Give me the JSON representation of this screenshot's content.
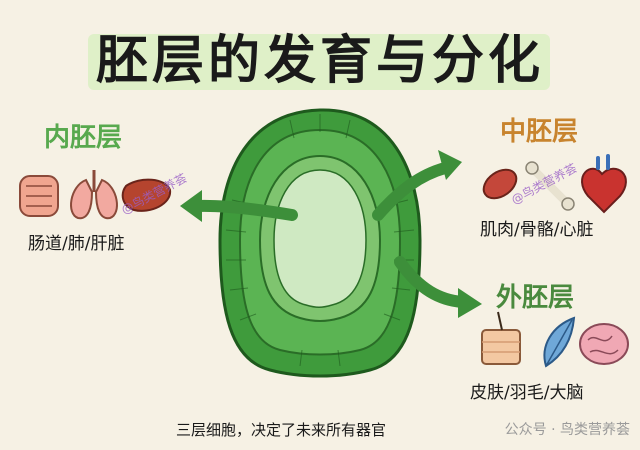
{
  "title": "胚层的发育与分化",
  "layers": {
    "inner": {
      "label": "内胚层",
      "organs": "肠道/肺/肝脏",
      "color": "#58a94e"
    },
    "middle": {
      "label": "中胚层",
      "organs": "肌肉/骨骼/心脏",
      "color": "#c8842e"
    },
    "outer": {
      "label": "外胚层",
      "organs": "皮肤/羽毛/大脑",
      "color": "#4a8a3e"
    }
  },
  "caption": "三层细胞，决定了未来所有器官",
  "watermark": "公众号 · 鸟类营养荟",
  "stamp": "@鸟类营养荟",
  "icons": [
    "intestine-icon",
    "lungs-icon",
    "liver-icon",
    "muscle-icon",
    "bone-icon",
    "heart-icon",
    "skin-icon",
    "feather-icon",
    "brain-icon"
  ],
  "colors": {
    "background": "#f6f1e4",
    "title_band": "#dff0c8",
    "embryo": "#3f9b3c",
    "arrow": "#3d8f3a"
  }
}
